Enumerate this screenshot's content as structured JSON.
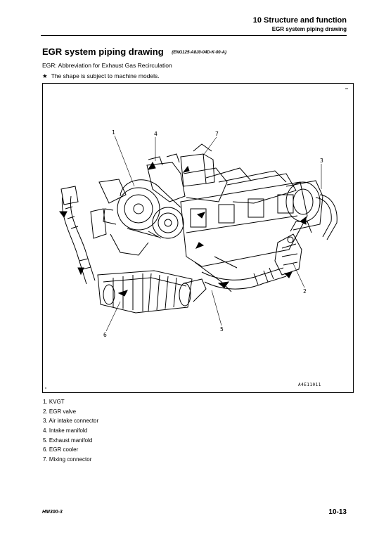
{
  "header": {
    "chapter": "10 Structure and function",
    "section": "EGR system piping drawing"
  },
  "page": {
    "title": "EGR system piping drawing",
    "title_code": "(ENG125-A8J0-04D-K-00-A)",
    "abbreviation": "EGR: Abbreviation for Exhaust Gas Recirculation",
    "note_marker": "★",
    "note": "The shape is subject to machine models."
  },
  "figure": {
    "code": "A4E11011",
    "callouts": [
      "1",
      "4",
      "7",
      "3",
      "2",
      "5",
      "6"
    ]
  },
  "legend": [
    "1. KVGT",
    "2. EGR valve",
    "3. Air intake connector",
    "4. Intake manifold",
    "5. Exhaust manifold",
    "6. EGR cooler",
    "7. Mixing connector"
  ],
  "footer": {
    "model": "HM300-3",
    "page_number": "10-13"
  }
}
